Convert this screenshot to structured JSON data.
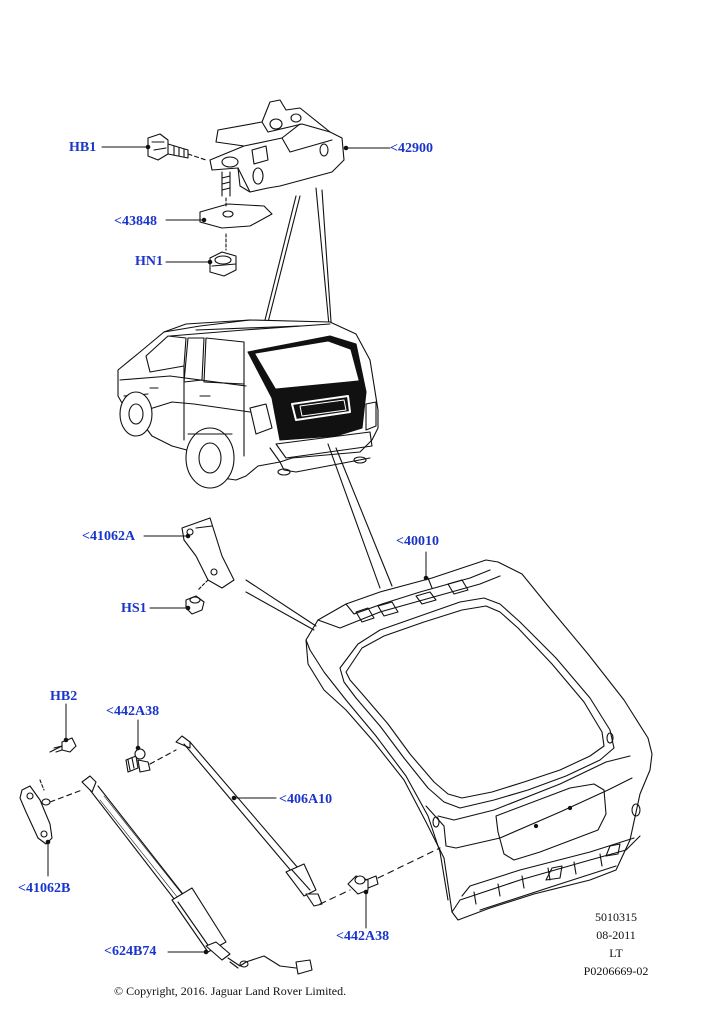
{
  "callouts": {
    "hb1": "HB1",
    "c42900": "<42900",
    "c43848": "<43848",
    "hn1": "HN1",
    "c41062a": "<41062A",
    "c40010": "<40010",
    "hs1": "HS1",
    "hb2": "HB2",
    "c442a38_top": "<442A38",
    "c406a10": "<406A10",
    "c41062b": "<41062B",
    "c624b74": "<624B74",
    "c442a38_bottom": "<442A38"
  },
  "meta": {
    "number": "5010315",
    "date": "08-2011",
    "code": "LT",
    "illustration_id": "P0206669-02"
  },
  "copyright": "© Copyright, 2016. Jaguar Land Rover Limited.",
  "colors": {
    "callout_text": "#1a35c9",
    "line": "#111111",
    "highlight": "#111111"
  }
}
